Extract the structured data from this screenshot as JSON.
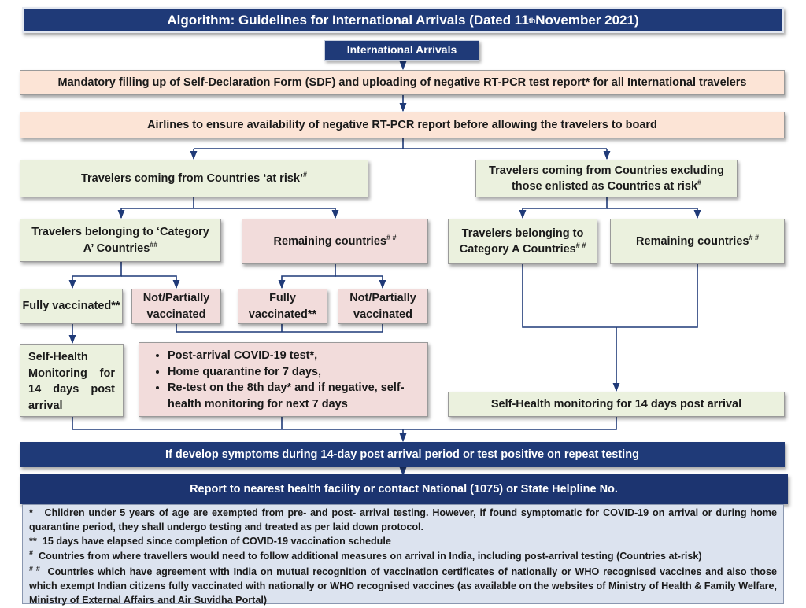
{
  "title": {
    "main": "Algorithm: Guidelines for International Arrivals (Dated 11",
    "sup": "th",
    "tail": " November 2021)"
  },
  "nodes": {
    "intl_arrivals": "International Arrivals",
    "sdf": "Mandatory filling up of Self-Declaration Form (SDF) and uploading of negative RT-PCR test report* for all International  travelers",
    "airlines": "Airlines to ensure availability of negative RT-PCR report before allowing the travelers to board",
    "at_risk": {
      "text": "Travelers coming from Countries ‘at risk’",
      "sup": "#"
    },
    "excluding": {
      "text": "Travelers coming from Countries excluding those enlisted as Countries at risk",
      "sup": "#"
    },
    "cat_a_risk": {
      "text": "Travelers belonging to ‘Category A’ Countries",
      "sup": "##"
    },
    "remaining_risk": {
      "text": "Remaining countries",
      "sup": "# #"
    },
    "cat_a_nonrisk": {
      "text": "Travelers belonging to Category A Countries",
      "sup": "# #"
    },
    "remaining_nonrisk": {
      "text": "Remaining countries",
      "sup": "# #"
    },
    "fully_1": "Fully vaccinated**",
    "not_partial_1": "Not/Partially vaccinated",
    "fully_2": "Fully vaccinated**",
    "not_partial_2": "Not/Partially vaccinated",
    "self_health_14": "Self-Health Monitoring for 14 days post arrival",
    "testing_steps": [
      "Post-arrival COVID-19 test*,",
      "Home quarantine for 7 days,",
      "Re-test on the 8th day* and if negative, self-health monitoring for next 7 days"
    ],
    "self_health_right": "Self-Health monitoring for 14 days post arrival",
    "symptoms": "If develop symptoms during 14-day post arrival period or test positive on repeat testing",
    "report": "Report to nearest health facility or contact National (1075) or State Helpline No."
  },
  "footnotes": [
    {
      "mark": "*",
      "text": "Children under 5 years of age are exempted from pre- and post- arrival testing. However, if found symptomatic for COVID-19 on arrival or during home quarantine period, they shall undergo testing and treated as per laid down protocol."
    },
    {
      "mark": "**",
      "text": "15 days have elapsed since completion of COVID-19 vaccination schedule"
    },
    {
      "mark": "#",
      "text": "Countries from where travellers would need to follow additional measures on arrival in India, including post-arrival testing (Countries at-risk)"
    },
    {
      "mark": "# #",
      "text": "Countries which have agreement with India on mutual recognition of vaccination certificates of nationally or WHO recognised vaccines and also those which exempt Indian citizens fully vaccinated with nationally or WHO recognised vaccines (as available on the websites of Ministry of Health & Family Welfare, Ministry of External Affairs and Air Suvidha Portal)"
    }
  ],
  "colors": {
    "navy": "#1f3a78",
    "peach": "#fce4d6",
    "green": "#ebf1de",
    "pink": "#f2dcdb",
    "notes_bg": "#dce3ef",
    "connector": "#1f3a78"
  }
}
